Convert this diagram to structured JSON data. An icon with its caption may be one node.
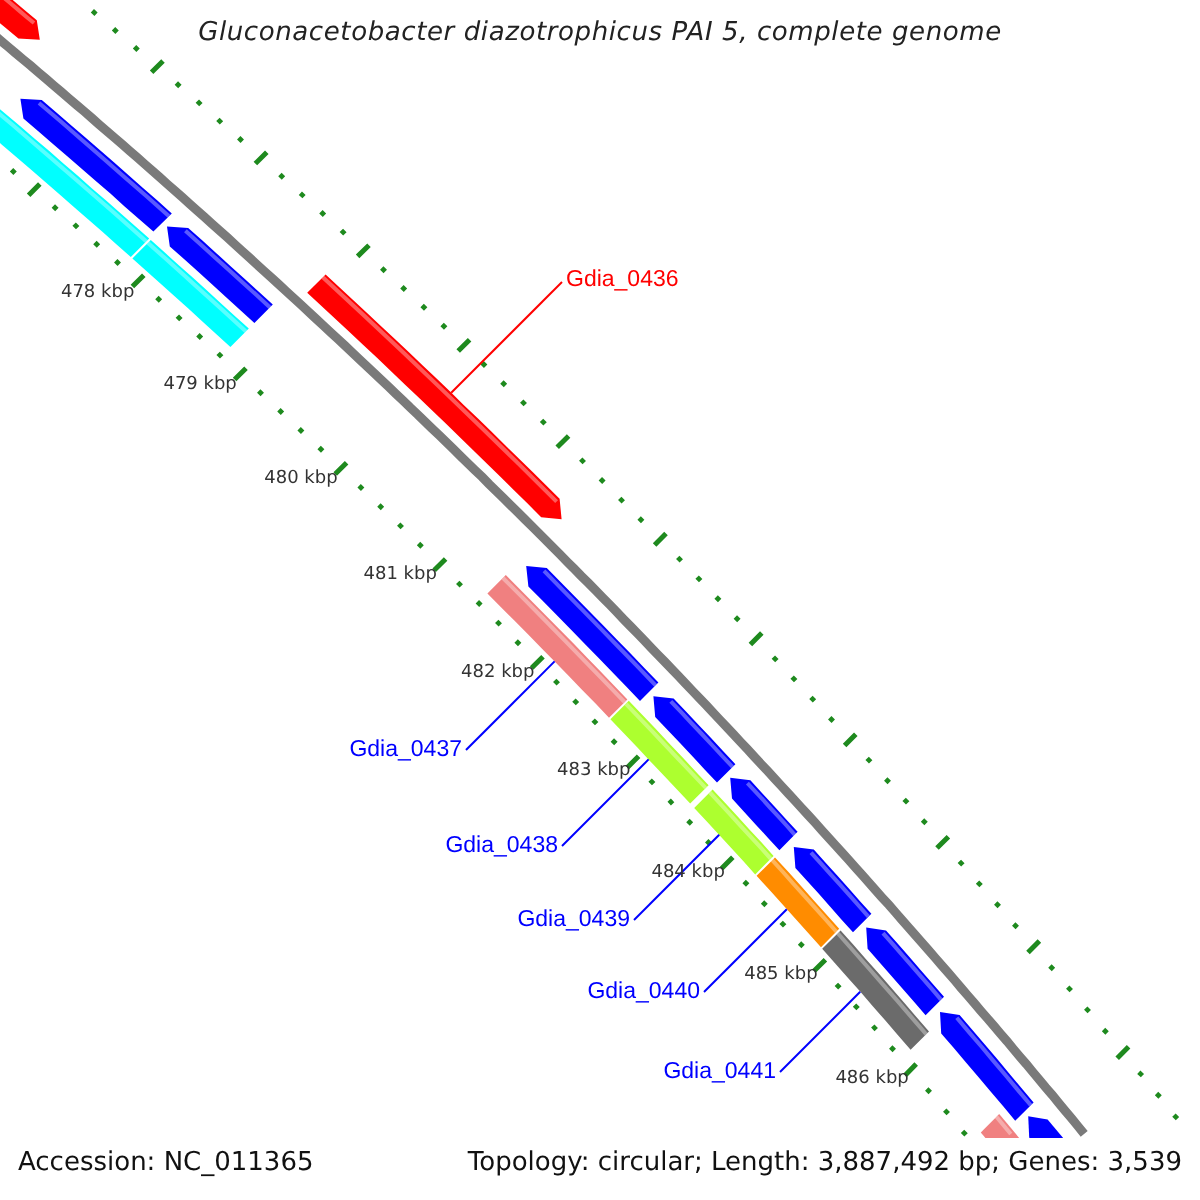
{
  "diagram": {
    "title": "Gluconacetobacter diazotrophicus PAI 5, complete genome",
    "nodes": [
      {
        "text": [],
        "shape": "arrow"
      },
      {
        "text": [],
        "shape": "arrow"
      },
      {
        "text": [],
        "shape": "bar"
      },
      {
        "text": [],
        "shape": "arrow"
      },
      {
        "text": [],
        "shape": "bar"
      },
      {
        "text": [
          "Gdia_0436"
        ]
      },
      {
        "text": [],
        "shape": "arrow"
      },
      {
        "text": [],
        "shape": "arrow"
      },
      {
        "text": [],
        "shape": "bar"
      },
      {
        "text": [
          "Gdia_0437"
        ]
      },
      {
        "text": [],
        "shape": "arrow"
      },
      {
        "text": [],
        "shape": "bar"
      },
      {
        "text": [
          "Gdia_0438"
        ]
      },
      {
        "text": [],
        "shape": "arrow"
      },
      {
        "text": [],
        "shape": "bar"
      },
      {
        "text": [
          "Gdia_0439"
        ]
      },
      {
        "text": [],
        "shape": "arrow"
      },
      {
        "text": [],
        "shape": "bar"
      },
      {
        "text": [
          "Gdia_0440"
        ]
      },
      {
        "text": [],
        "shape": "arrow"
      },
      {
        "text": [],
        "shape": "bar"
      },
      {
        "text": [
          "Gdia_0441"
        ]
      },
      {
        "text": [],
        "shape": "arrow"
      },
      {
        "text": [],
        "shape": "arrow"
      },
      {
        "text": [],
        "shape": "bar"
      }
    ],
    "edges": [
      {
        "from": 5,
        "to": 6,
        "arrow": "none",
        "color": "#ff0000"
      },
      {
        "from": 9,
        "to": 8,
        "arrow": "none"
      },
      {
        "from": 12,
        "to": 11,
        "arrow": "none"
      },
      {
        "from": 15,
        "to": 14,
        "arrow": "none"
      },
      {
        "from": 18,
        "to": 17,
        "arrow": "none"
      },
      {
        "from": 21,
        "to": 20,
        "arrow": "none"
      }
    ],
    "labels": [
      "478 kbp",
      "479 kbp",
      "480 kbp",
      "481 kbp",
      "482 kbp",
      "483 kbp",
      "484 kbp",
      "485 kbp",
      "486 kbp",
      "Accession: NC_011365",
      "Topology: circular; Length: 3,887,492 bp; Genes: 3,539"
    ]
  }
}
